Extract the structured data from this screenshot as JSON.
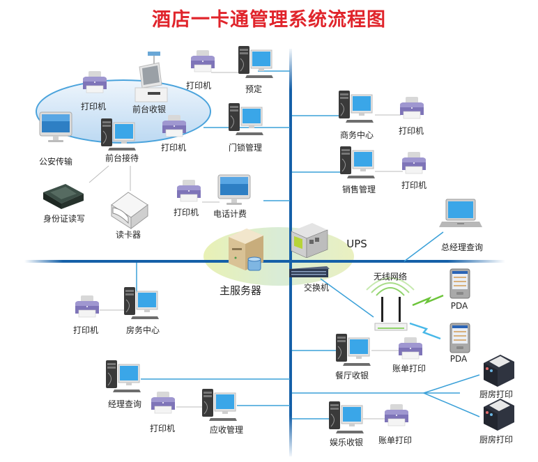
{
  "title": "酒店一卡通管理系统流程图",
  "colors": {
    "title": "#e0242b",
    "bus": "#1560a8",
    "link": "#3aa0d8",
    "printer_body": "#7e74b8",
    "monitor_screen": "#3aa6e8"
  },
  "front_desk_group": {
    "printer_1": "打印机",
    "pos_terminal": "前台收银",
    "printer_2": "打印机",
    "reception_pc": "前台接待",
    "police_upload": "公安传输",
    "id_card_reader": "身份证读写",
    "card_reader": "读卡器"
  },
  "top_center": {
    "printer": "打印机",
    "reservation_pc": "预定",
    "door_lock_pc": "门锁管理",
    "phone_printer": "打印机",
    "phone_billing": "电话计费"
  },
  "top_right": {
    "business_center_pc": "商务中心",
    "business_center_printer": "打印机",
    "sales_pc": "销售管理",
    "sales_printer": "打印机",
    "gm_laptop": "总经理查询"
  },
  "core": {
    "main_server": "主服务器",
    "ups": "UPS",
    "switch": "交换机"
  },
  "bottom_left": {
    "housekeeping_printer": "打印机",
    "housekeeping_pc": "房务中心",
    "manager_pc": "经理查询",
    "ar_printer": "打印机",
    "ar_pc": "应收管理"
  },
  "bottom_right": {
    "wireless": "无线网络",
    "pda_1": "PDA",
    "pda_2": "PDA",
    "restaurant_pc": "餐厅收银",
    "restaurant_printer": "账单打印",
    "kitchen_printer_1": "厨房打印",
    "kitchen_printer_2": "厨房打印",
    "entertainment_pc": "娱乐收银",
    "entertainment_printer": "账单打印"
  }
}
